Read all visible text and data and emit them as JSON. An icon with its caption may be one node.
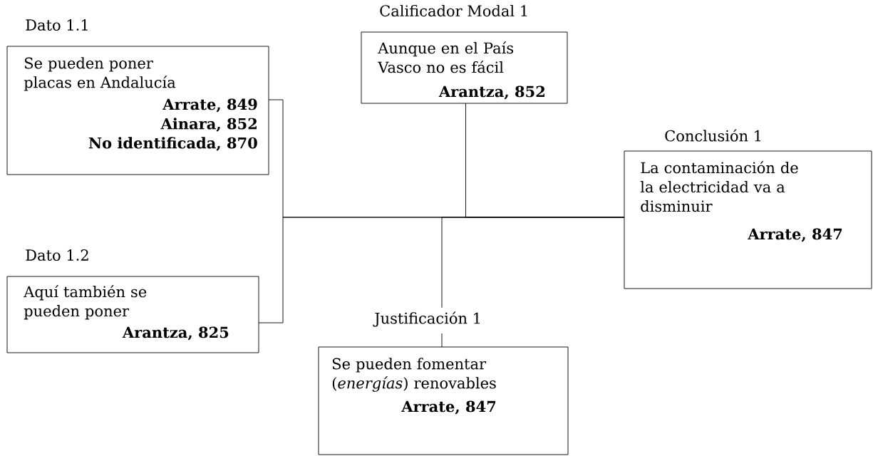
{
  "diagram": {
    "nodes": [
      {
        "text": [
          "Dato 1.1",
          "Se pueden poner placas en Andalucía",
          "Arrate, 849",
          "Ainara, 852",
          "No identificada, 870"
        ]
      },
      {
        "text": [
          "Dato 1.2",
          "Aquí también se pueden poner",
          "Arantza, 825"
        ]
      },
      {
        "text": [
          "Calificador Modal 1",
          "Aunque en el País Vasco no es fácil",
          "Arantza, 852"
        ]
      },
      {
        "text": [
          "Conclusión 1",
          "La contaminación de la electricidad va a disminuir",
          "Arrate, 847"
        ]
      },
      {
        "text": [
          "Justificación 1",
          "Se pueden fomentar (*energías*) renovables",
          "Arrate, 847"
        ]
      }
    ],
    "edges": [
      {
        "from": 0,
        "to": 3,
        "arrow": "none"
      },
      {
        "from": 1,
        "to": 3,
        "arrow": "none"
      },
      {
        "from": 2,
        "to": 3,
        "arrow": "none"
      },
      {
        "from": 4,
        "to": 3,
        "arrow": "none"
      }
    ]
  }
}
